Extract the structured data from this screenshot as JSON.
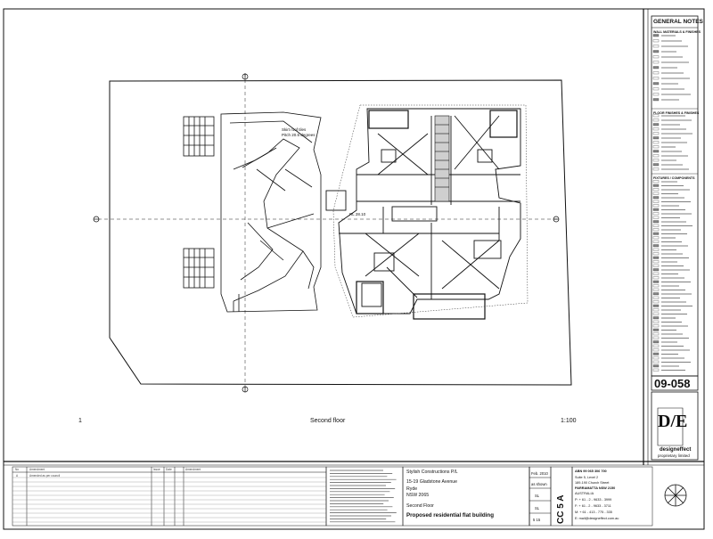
{
  "drawing": {
    "title_number": "1",
    "title": "Second floor",
    "scale": "1:100",
    "roof_note_line1": "Skirt roof tiles",
    "roof_note_line2": "Pitch 20.5 degrees",
    "level_tag": "RL 28.10"
  },
  "general_notes": {
    "title": "GENERAL NOTES",
    "sections": [
      "WALL MATERIALS & FINISHES",
      "FLOOR FINISHES & FINISHES",
      "FIXTURES / COMPONENTS"
    ]
  },
  "project_number": "09-058",
  "firm": {
    "logo_text": "D/E",
    "name": "designeffect",
    "tagline": "proprietary limited",
    "abn": "ABN 99 065 306 700",
    "address_line1": "Suite 5, Level 2",
    "address_line2": "189-190 Church Street",
    "address_line3": "PARRAMATTA NSW 2150",
    "address_line4": "AUSTRALIA",
    "phone": "P: + 61 - 2 - 9633 - 3999",
    "fax": "F: + 61 - 2 - 9633 - 3711",
    "mobile": "M: + 61 - 413 - 775 - 335",
    "email": "E: mail@designeffect.com.au"
  },
  "title_block": {
    "client": "Stylish Constructions P/L",
    "address_line1": "15-19 Gladstone Avenue",
    "address_line2": "Ryde",
    "address_line3": "NSW 2065",
    "sheet": "Second Floor",
    "project": "Proposed residential flat building",
    "date": "Feb. 2010",
    "scale": "as shown",
    "drawn": "SL",
    "checked": "SL",
    "sheet_of": "5 15",
    "drawing_no": "CC 5 A"
  },
  "revisions": {
    "headers": [
      "No",
      "Amendment",
      "Issue",
      "Date",
      "Amendment"
    ],
    "first_row": [
      "A",
      "Amended as per council"
    ]
  }
}
